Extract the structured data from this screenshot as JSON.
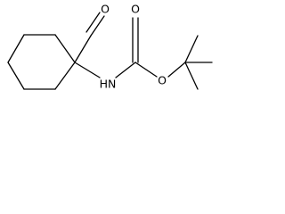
{
  "molecule": {
    "atoms": {
      "aldehyde_oxygen": "O",
      "carbamate_carbonyl_oxygen": "O",
      "carbamate_ester_oxygen": "O",
      "amide_nitrogen": "HN"
    }
  }
}
